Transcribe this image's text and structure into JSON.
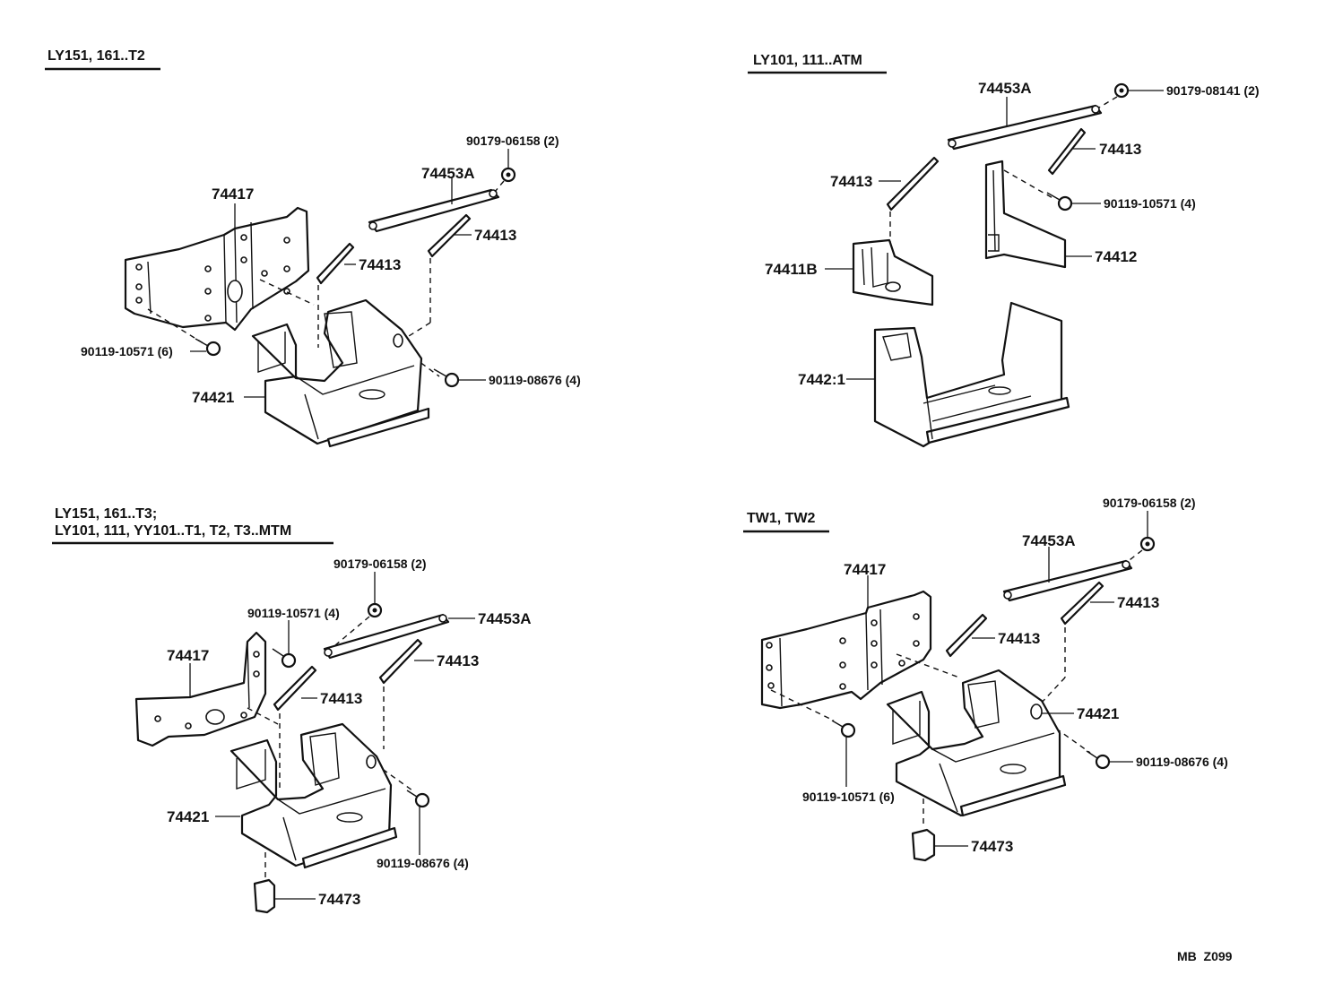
{
  "sections": {
    "top_left": {
      "header": "LY151, 161..T2",
      "labels": {
        "bracket": "74417",
        "rod_a": "74453A",
        "nut": "90179-06158 (2)",
        "hook_1": "74413",
        "hook_2": "74413",
        "bolt_6": "90119-10571 (6)",
        "bolt_4": "90119-08676 (4)",
        "tray": "74421"
      }
    },
    "top_right": {
      "header": "LY101, 111..ATM",
      "labels": {
        "rod_a": "74453A",
        "nut": "90179-08141 (2)",
        "hook_1": "74413",
        "hook_2": "74413",
        "bolt_4": "90119-10571 (4)",
        "bracket_b": "74411B",
        "bracket": "74412",
        "tray": "7442:1"
      }
    },
    "bottom_left": {
      "header_line1": "LY151, 161..T3;",
      "header_line2": "LY101, 111, YY101..T1, T2, T3..MTM",
      "labels": {
        "nut": "90179-06158 (2)",
        "bolt_top": "90119-10571 (4)",
        "rod_a": "74453A",
        "bracket": "74417",
        "hook_1": "74413",
        "hook_2": "74413",
        "tray": "74421",
        "bolt_4": "90119-08676 (4)",
        "pad": "74473"
      }
    },
    "bottom_right": {
      "header": "TW1, TW2",
      "labels": {
        "nut": "90179-06158 (2)",
        "rod_a": "74453A",
        "bracket": "74417",
        "hook_1": "74413",
        "hook_2": "74413",
        "tray": "74421",
        "bolt_6": "90119-10571 (6)",
        "bolt_4": "90119-08676 (4)",
        "pad": "74473"
      }
    }
  },
  "footer": {
    "code": "MB  Z099"
  }
}
